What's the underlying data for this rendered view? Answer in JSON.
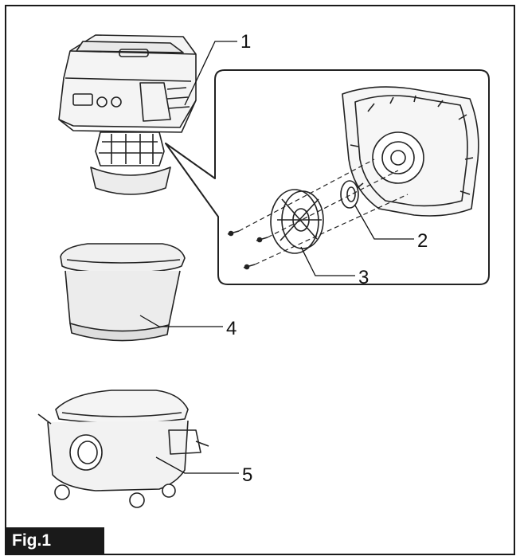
{
  "figure": {
    "label": "Fig.1",
    "callouts": [
      {
        "id": "1",
        "text": "1"
      },
      {
        "id": "2",
        "text": "2"
      },
      {
        "id": "3",
        "text": "3"
      },
      {
        "id": "4",
        "text": "4"
      },
      {
        "id": "5",
        "text": "5"
      }
    ]
  }
}
